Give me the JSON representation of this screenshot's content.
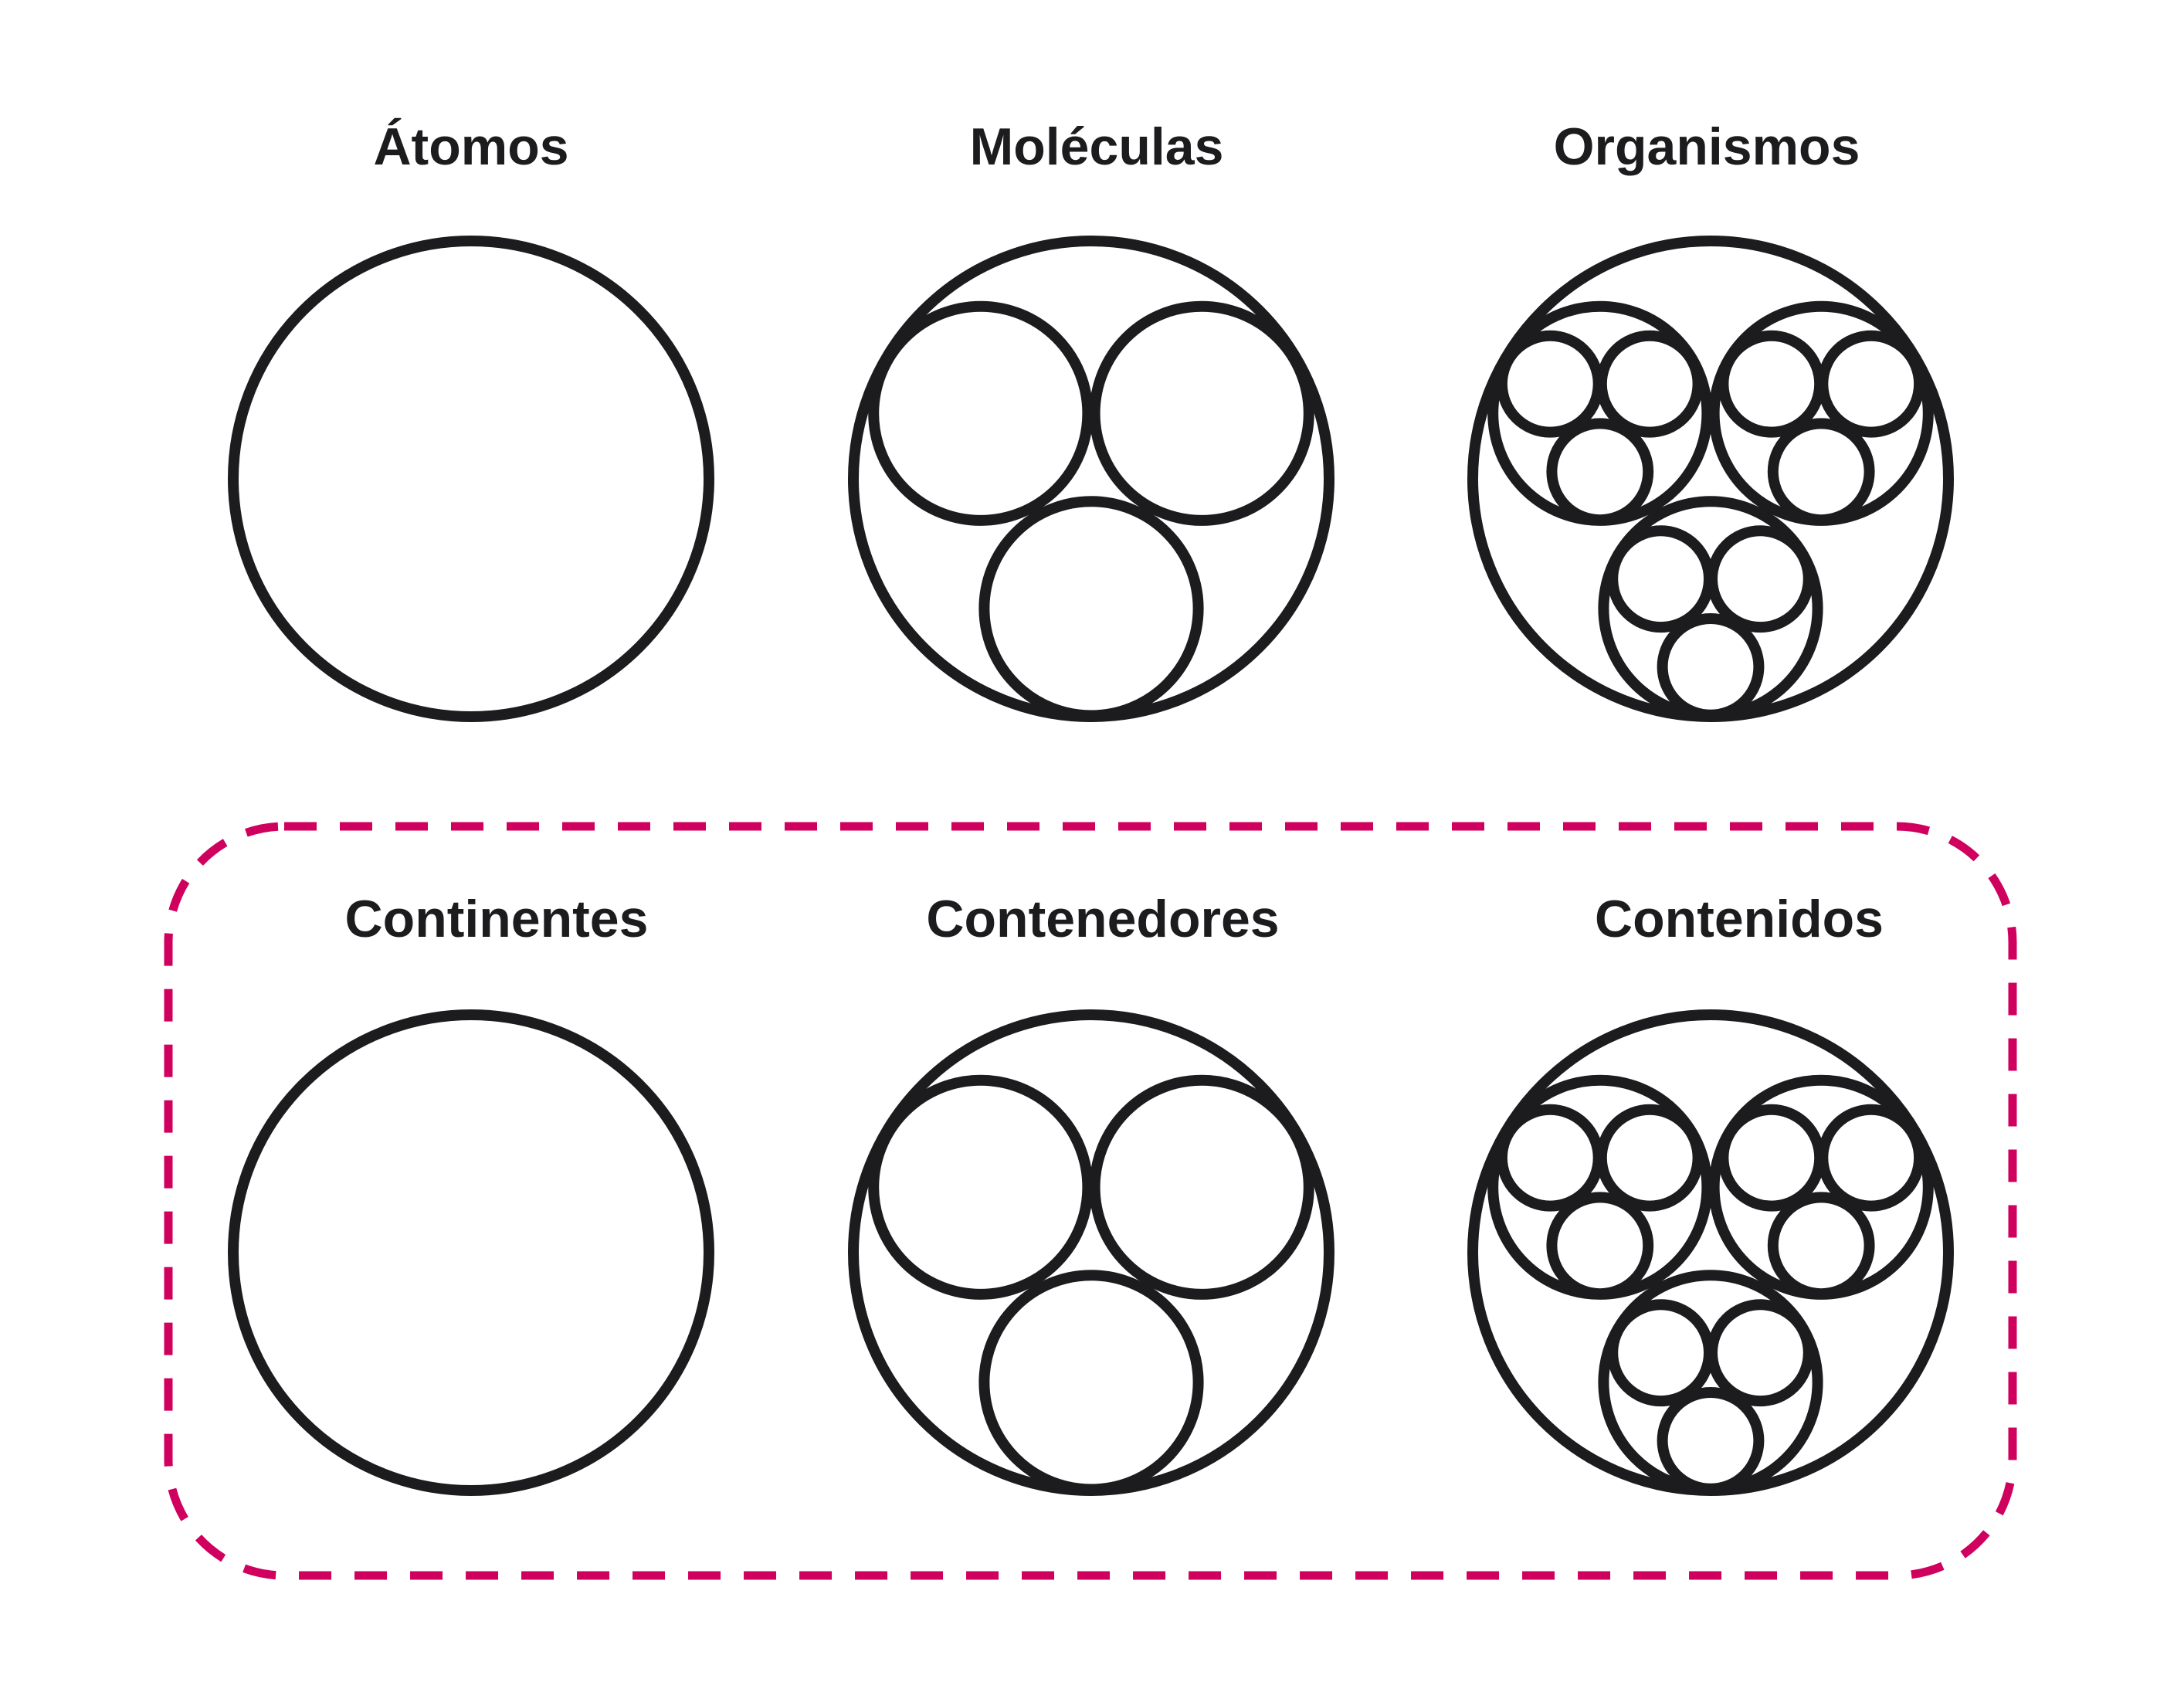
{
  "row_top": {
    "labels": [
      "Átomos",
      "Moléculas",
      "Organismos"
    ]
  },
  "row_bottom": {
    "labels": [
      "Continentes",
      "Contenedores",
      "Contenidos"
    ]
  },
  "colors": {
    "stroke": "#1c1c1e",
    "highlight": "#d0005e",
    "background": "#ffffff"
  }
}
